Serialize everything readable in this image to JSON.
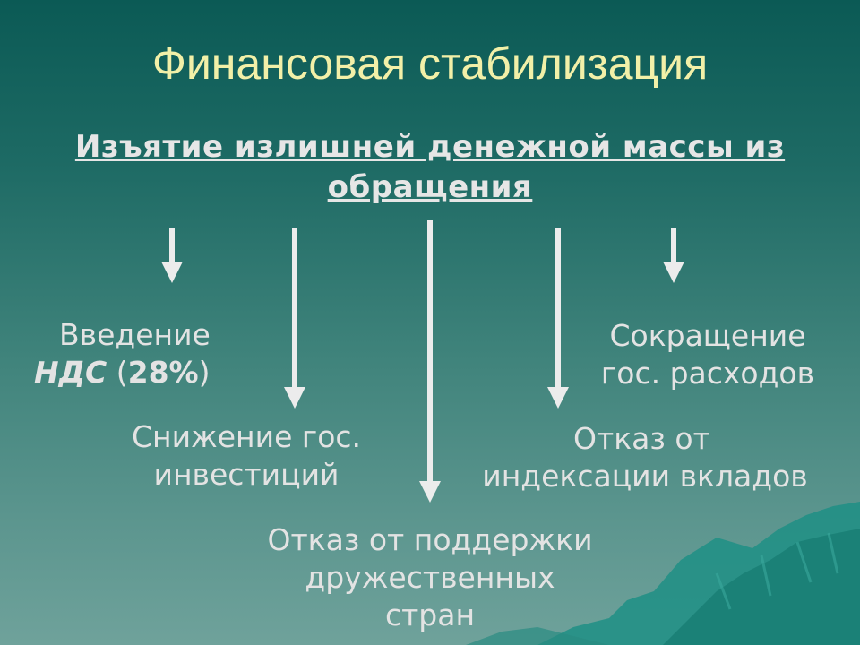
{
  "slide": {
    "title": "Финансовая стабилизация",
    "subtitle_line1": "Изъятие излишней денежной массы из",
    "subtitle_line2": "обращения"
  },
  "items": {
    "vat": {
      "line1": "Введение",
      "nds": "НДС",
      "open_paren": " (",
      "pct": "28%",
      "close_paren": ")"
    },
    "investment": {
      "line1": "Снижение гос.",
      "line2": "инвестиций"
    },
    "support": {
      "line1": "Отказ от поддержки",
      "line2": "дружественных",
      "line3": "стран"
    },
    "indexation": {
      "line1": "Отказ от",
      "line2": "индексации вкладов"
    },
    "spending": {
      "line1": "Сокращение",
      "line2": "гос. расходов"
    }
  },
  "colors": {
    "title": "#f2f0a8",
    "text": "#e3e3e3",
    "arrow": "#ececec",
    "background_top": "#0b5a55",
    "background_bottom": "#6fa29b",
    "mountains": "#1f8f85"
  },
  "icons": [
    "down-arrow-icon",
    "mountain-decoration"
  ]
}
